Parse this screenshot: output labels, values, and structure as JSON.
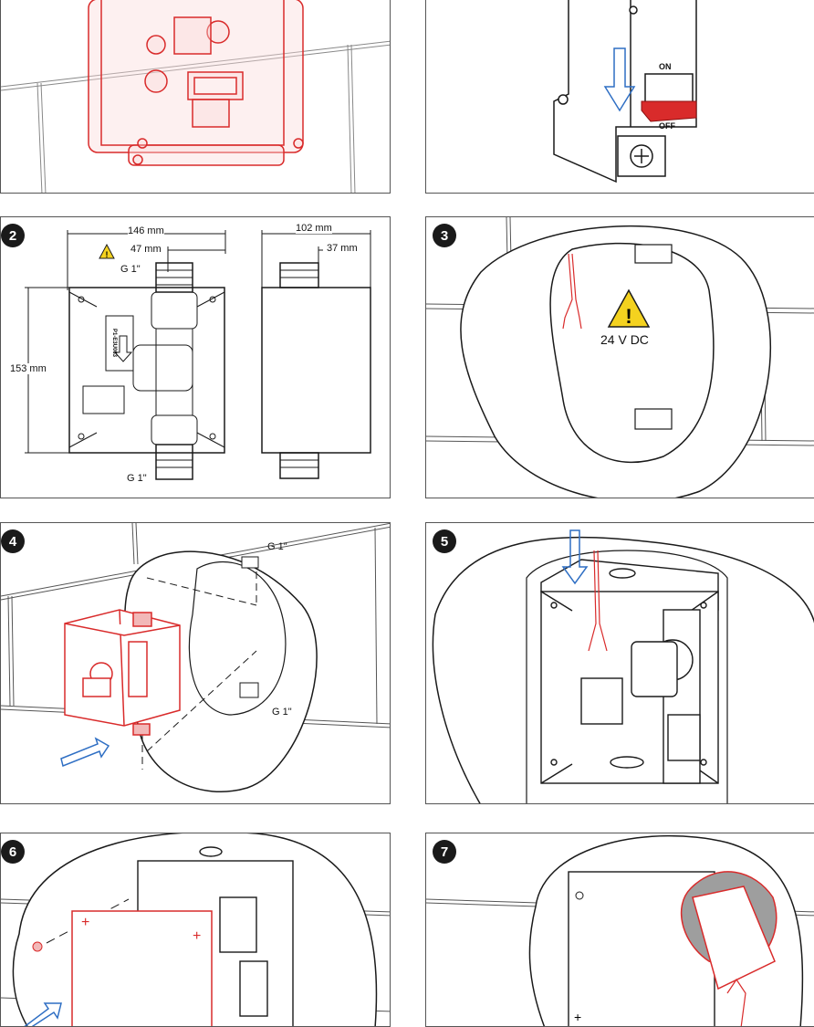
{
  "steps": [
    {
      "number": ""
    },
    {
      "number": ""
    },
    {
      "number": "2"
    },
    {
      "number": "3"
    },
    {
      "number": "4"
    },
    {
      "number": "5"
    },
    {
      "number": "6"
    },
    {
      "number": "7"
    }
  ],
  "breaker": {
    "on_label": "ON",
    "off_label": "OFF"
  },
  "dimensions": {
    "width_total": "146 mm",
    "offset": "47 mm",
    "depth": "102 mm",
    "depth_offset": "37 mm",
    "height": "153 mm",
    "thread_top": "G 1\"",
    "thread_bottom": "G 1\"",
    "model_code": "P1-E3U063"
  },
  "wall": {
    "voltage": "24 V DC"
  },
  "install": {
    "thread_top": "G 1\"",
    "thread_bottom": "G 1\""
  },
  "colors": {
    "accent_red": "#d92b2b",
    "accent_blue": "#2f6fc4",
    "warning_yellow": "#f4d21f",
    "line": "#1a1a1a"
  }
}
